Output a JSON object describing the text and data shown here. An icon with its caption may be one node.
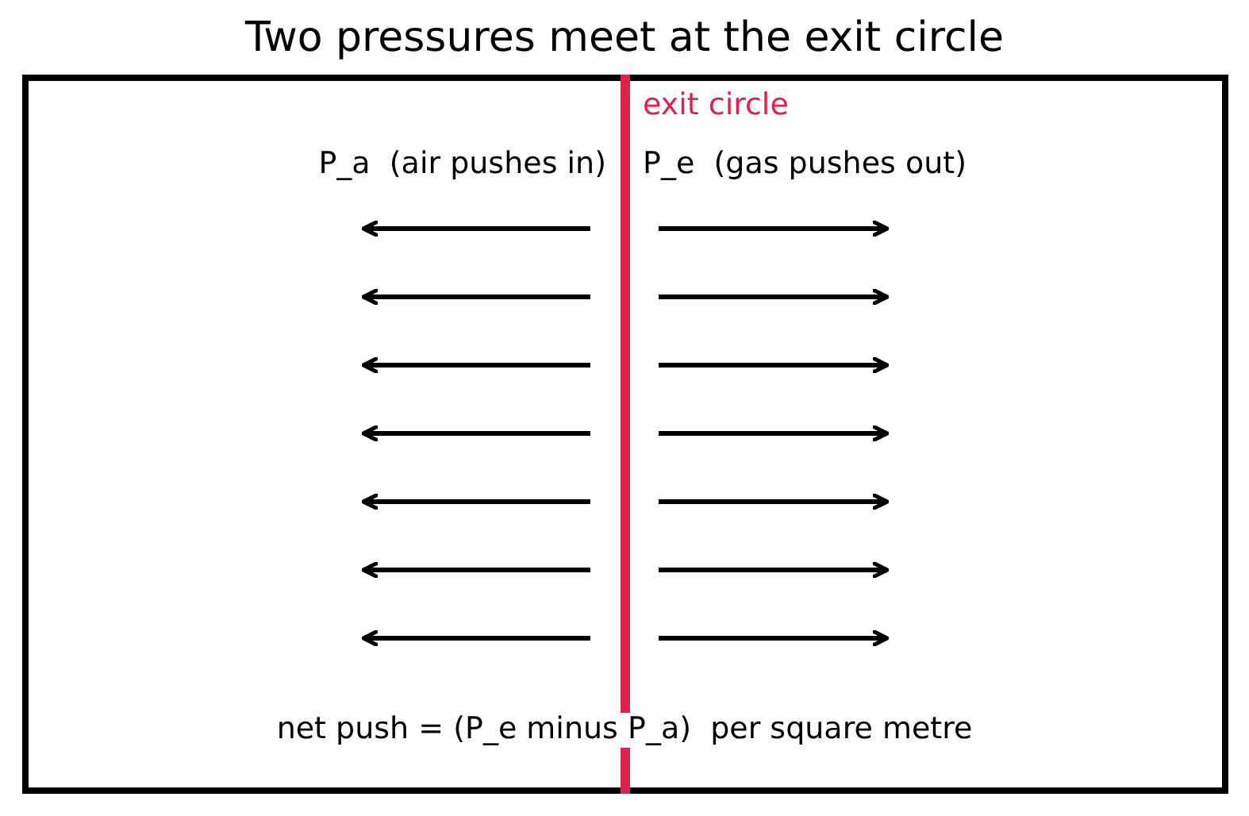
{
  "diagram": {
    "title": "Two pressures meet at the exit circle",
    "labels": [
      "exit circle",
      "P_a  (air pushes in)",
      "P_e  (gas pushes out)",
      "net push = (P_e minus P_a)  per square metre"
    ]
  }
}
